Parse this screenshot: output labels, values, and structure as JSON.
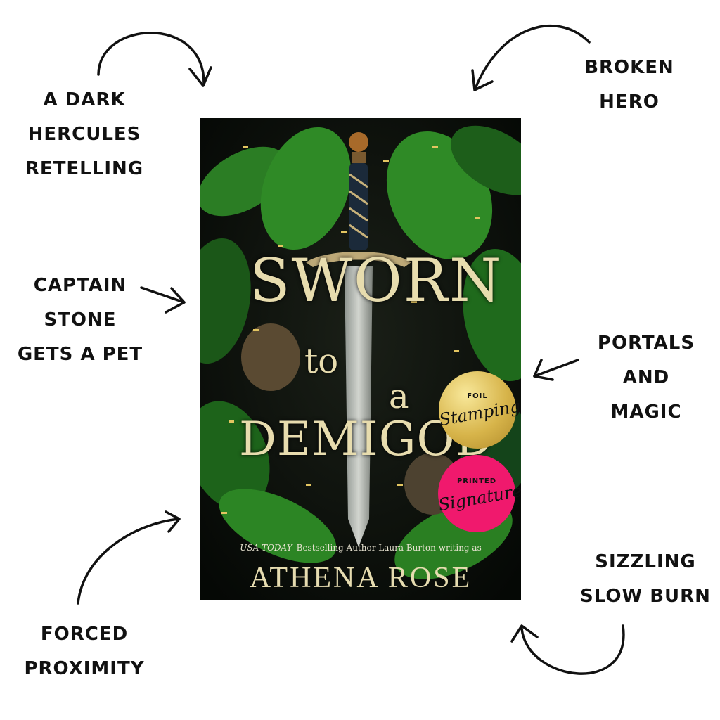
{
  "tropes": {
    "top_left": [
      "A DARK",
      "HERCULES",
      "RETELLING"
    ],
    "top_right": [
      "BROKEN",
      "HERO"
    ],
    "mid_left": [
      "CAPTAIN",
      "STONE",
      "GETS A PET"
    ],
    "mid_right": [
      "PORTALS",
      "AND",
      "MAGIC"
    ],
    "bottom_left": [
      "FORCED",
      "PROXIMITY"
    ],
    "bottom_right": [
      "SIZZLING",
      "SLOW BURN"
    ]
  },
  "cover": {
    "title_word_1": "SWORN",
    "title_word_2": "to",
    "title_word_3": "a",
    "title_word_4": "DEMIGOD",
    "byline_italic": "USA TODAY",
    "byline_rest": "Bestselling Author Laura Burton writing as",
    "author": "ATHENA ROSE"
  },
  "badges": {
    "foil_small": "FOIL",
    "foil_script": "Stamping",
    "signature_small": "PRINTED",
    "signature_script": "Signature"
  },
  "colors": {
    "foil_gold": "#d7b44a",
    "signature_pink": "#f0196d",
    "title_gold": "#e7dcae"
  },
  "icons": [
    "curved-arrow-icon",
    "straight-arrow-icon"
  ]
}
